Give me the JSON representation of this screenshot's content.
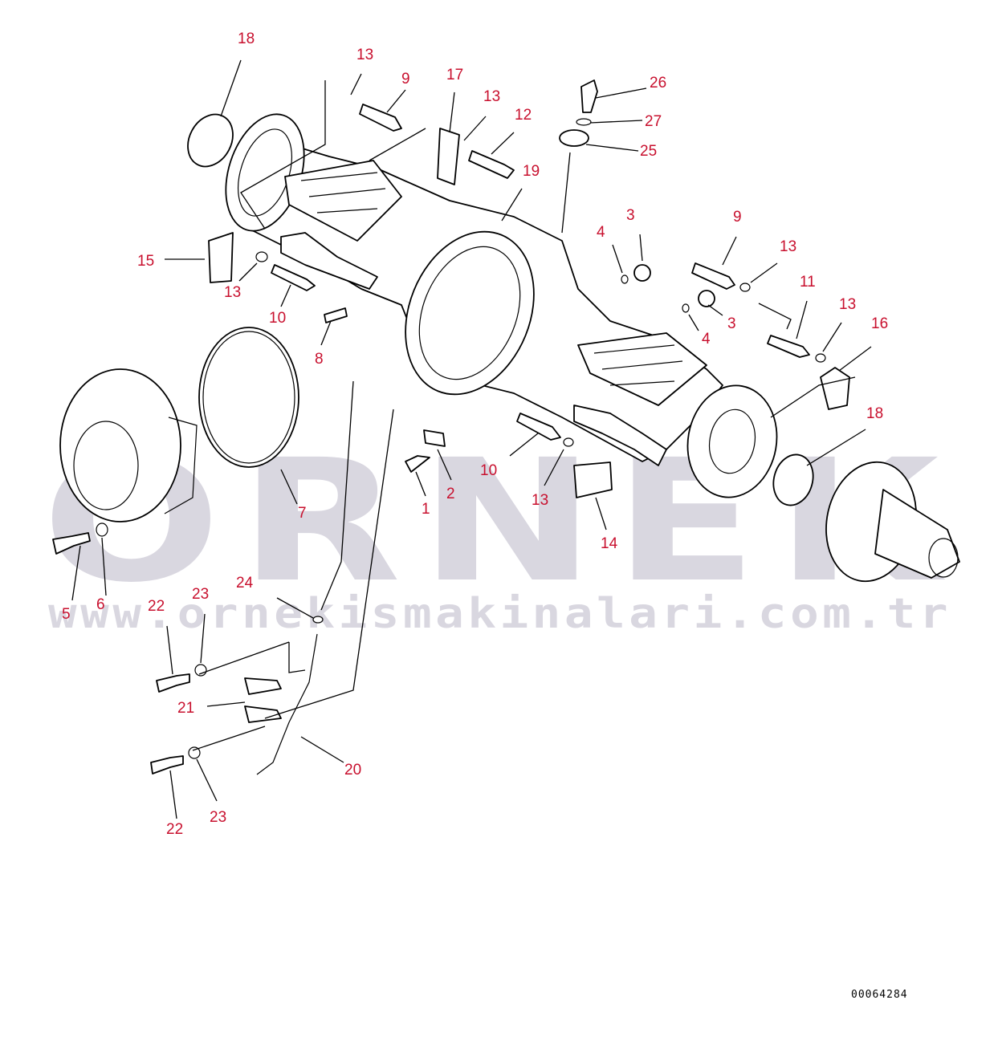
{
  "watermark": {
    "brand": "ÖRNEK",
    "url": "www.ornekismakinalari.com.tr",
    "colors": {
      "grey": "#d9d7e0",
      "accent": "#f2c94c"
    }
  },
  "document_number": "00064284",
  "callout_color": "#c8102e",
  "callouts": [
    {
      "id": "c18a",
      "text": "18"
    },
    {
      "id": "c13a",
      "text": "13"
    },
    {
      "id": "c9a",
      "text": "9"
    },
    {
      "id": "c17",
      "text": "17"
    },
    {
      "id": "c13b",
      "text": "13"
    },
    {
      "id": "c12",
      "text": "12"
    },
    {
      "id": "c26",
      "text": "26"
    },
    {
      "id": "c27",
      "text": "27"
    },
    {
      "id": "c25",
      "text": "25"
    },
    {
      "id": "c19",
      "text": "19"
    },
    {
      "id": "c3a",
      "text": "3"
    },
    {
      "id": "c4a",
      "text": "4"
    },
    {
      "id": "c9b",
      "text": "9"
    },
    {
      "id": "c13c",
      "text": "13"
    },
    {
      "id": "c11",
      "text": "11"
    },
    {
      "id": "c3b",
      "text": "3"
    },
    {
      "id": "c4b",
      "text": "4"
    },
    {
      "id": "c13d",
      "text": "13"
    },
    {
      "id": "c16",
      "text": "16"
    },
    {
      "id": "c18b",
      "text": "18"
    },
    {
      "id": "c15",
      "text": "15"
    },
    {
      "id": "c13e",
      "text": "13"
    },
    {
      "id": "c10a",
      "text": "10"
    },
    {
      "id": "c8",
      "text": "8"
    },
    {
      "id": "c10b",
      "text": "10"
    },
    {
      "id": "c13f",
      "text": "13"
    },
    {
      "id": "c14",
      "text": "14"
    },
    {
      "id": "c2",
      "text": "2"
    },
    {
      "id": "c1",
      "text": "1"
    },
    {
      "id": "c7",
      "text": "7"
    },
    {
      "id": "c5",
      "text": "5"
    },
    {
      "id": "c6",
      "text": "6"
    },
    {
      "id": "c24",
      "text": "24"
    },
    {
      "id": "c22a",
      "text": "22"
    },
    {
      "id": "c23a",
      "text": "23"
    },
    {
      "id": "c21",
      "text": "21"
    },
    {
      "id": "c20",
      "text": "20"
    },
    {
      "id": "c22b",
      "text": "22"
    },
    {
      "id": "c23b",
      "text": "23"
    }
  ]
}
